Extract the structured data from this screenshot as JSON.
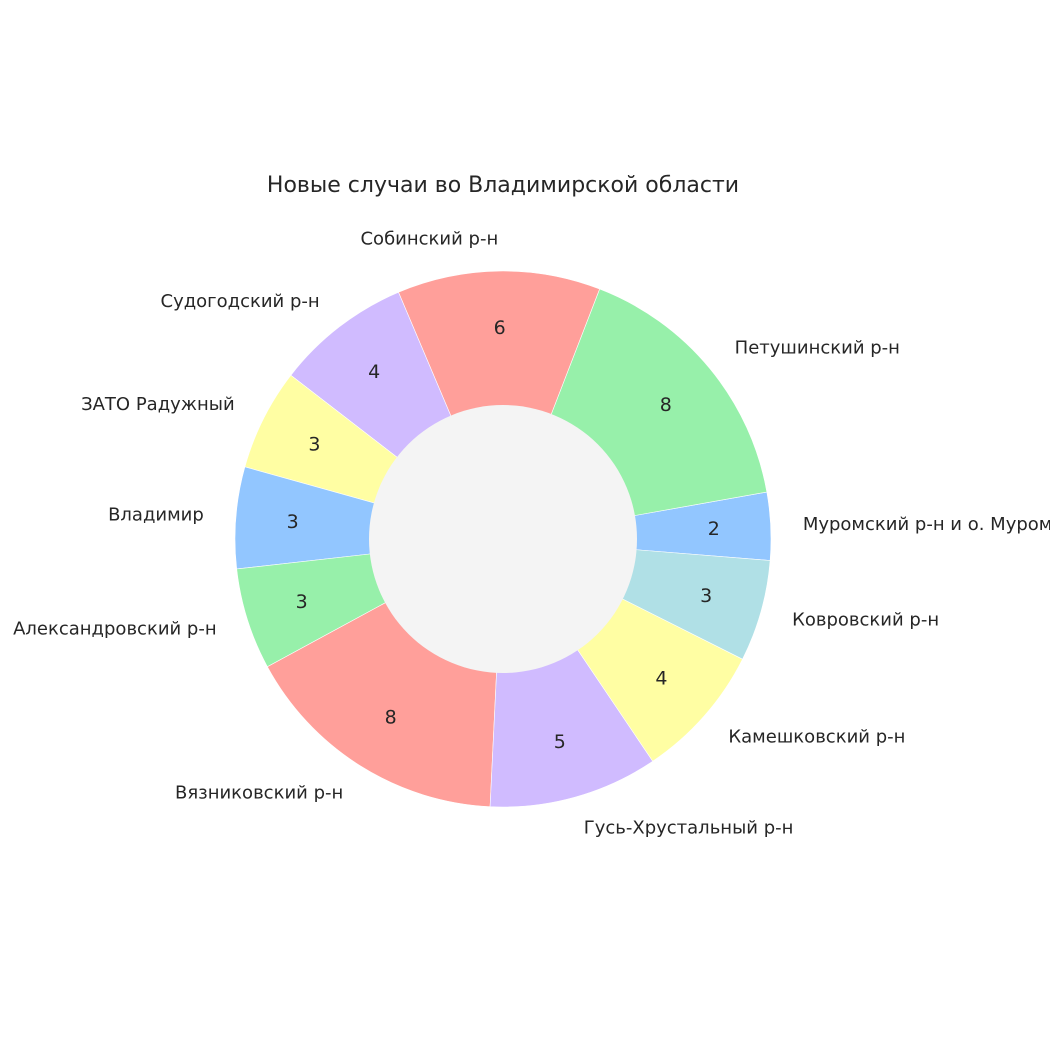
{
  "chart_data": {
    "type": "pie",
    "variant": "donut",
    "title": "Новые случаи во Владимирской области",
    "start": "Муромский р-н и о. Муром",
    "direction": "counterclockwise",
    "slices": [
      {
        "label": "Муромский р-н и о. Муром",
        "value": 2,
        "color": "#92c6ff"
      },
      {
        "label": "Петушинский р-н",
        "value": 8,
        "color": "#97f0aa"
      },
      {
        "label": "Собинский р-н",
        "value": 6,
        "color": "#ff9f9a"
      },
      {
        "label": "Судогодский р-н",
        "value": 4,
        "color": "#d0bbff"
      },
      {
        "label": "ЗАТО Радужный",
        "value": 3,
        "color": "#fffea3"
      },
      {
        "label": "Владимир",
        "value": 3,
        "color": "#92c6ff"
      },
      {
        "label": "Александровский р-н",
        "value": 3,
        "color": "#97f0aa"
      },
      {
        "label": "Вязниковский р-н",
        "value": 8,
        "color": "#ff9f9a"
      },
      {
        "label": "Гусь-Хрустальный р-н",
        "value": 5,
        "color": "#d0bbff"
      },
      {
        "label": "Камешковский р-н",
        "value": 4,
        "color": "#fffea3"
      },
      {
        "label": "Ковровский р-н",
        "value": 3,
        "color": "#b0e0e6"
      }
    ],
    "center_color": "#f4f4f4"
  }
}
